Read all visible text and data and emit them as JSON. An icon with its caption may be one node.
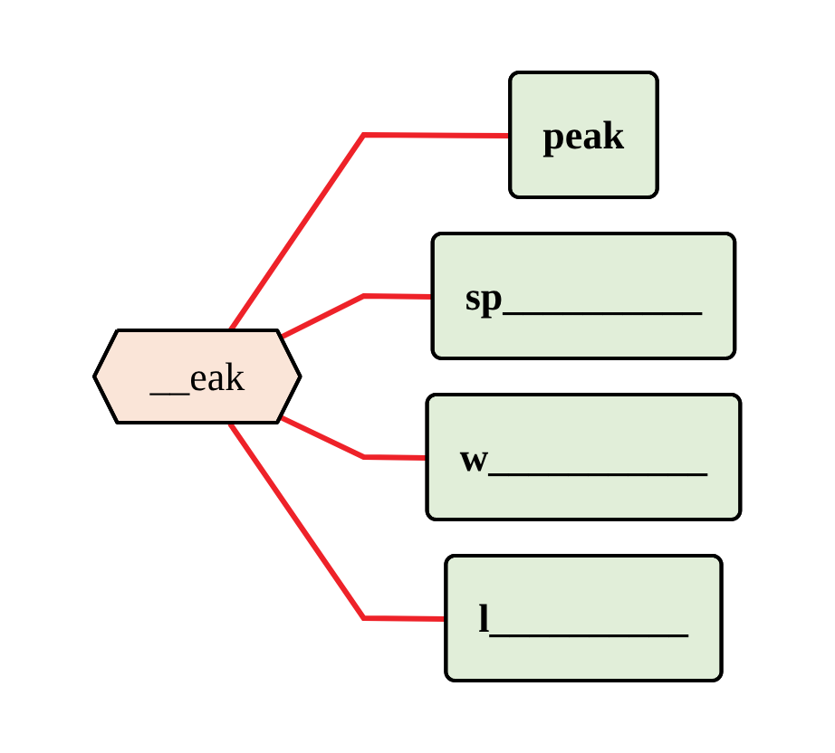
{
  "diagram": {
    "nodes": [
      {
        "text": [
          "__eak"
        ]
      },
      {
        "text": [
          "peak"
        ]
      },
      {
        "text": [
          "sp__________"
        ]
      },
      {
        "text": [
          "w___________"
        ]
      },
      {
        "text": [
          "l__________"
        ]
      }
    ],
    "edges": [
      {
        "from": 0,
        "to": 1,
        "arrow": "none",
        "color": "#ee2229"
      },
      {
        "from": 0,
        "to": 2,
        "arrow": "none",
        "color": "#ee2229"
      },
      {
        "from": 0,
        "to": 3,
        "arrow": "none",
        "color": "#ee2229"
      },
      {
        "from": 0,
        "to": 4,
        "arrow": "none",
        "color": "#ee2229"
      }
    ]
  }
}
